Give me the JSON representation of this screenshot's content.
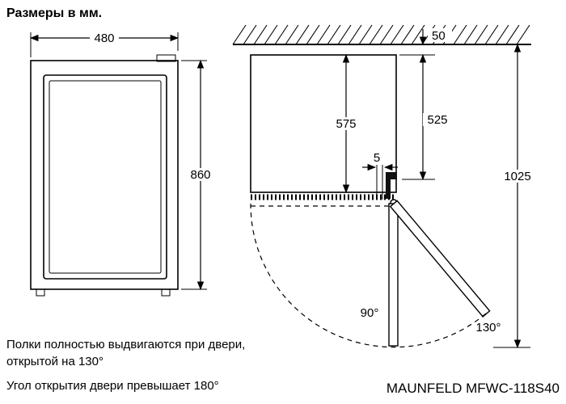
{
  "title": "Размеры в мм.",
  "front_view": {
    "width_mm": "480",
    "height_mm": "860"
  },
  "side_view": {
    "wall_gap_mm": "50",
    "depth_total_mm": "575",
    "depth_body_mm": "525",
    "door_clearance_mm": "5",
    "height_total_mm": "1025",
    "angle_open": "90°",
    "angle_max": "130°"
  },
  "notes": {
    "shelves_line1": "Полки полностью выдвигаются при двери,",
    "shelves_line2": "открытой на 130°",
    "door_angle": "Угол открытия двери превышает 180°"
  },
  "model": "MAUNFELD MFWC-118S40"
}
